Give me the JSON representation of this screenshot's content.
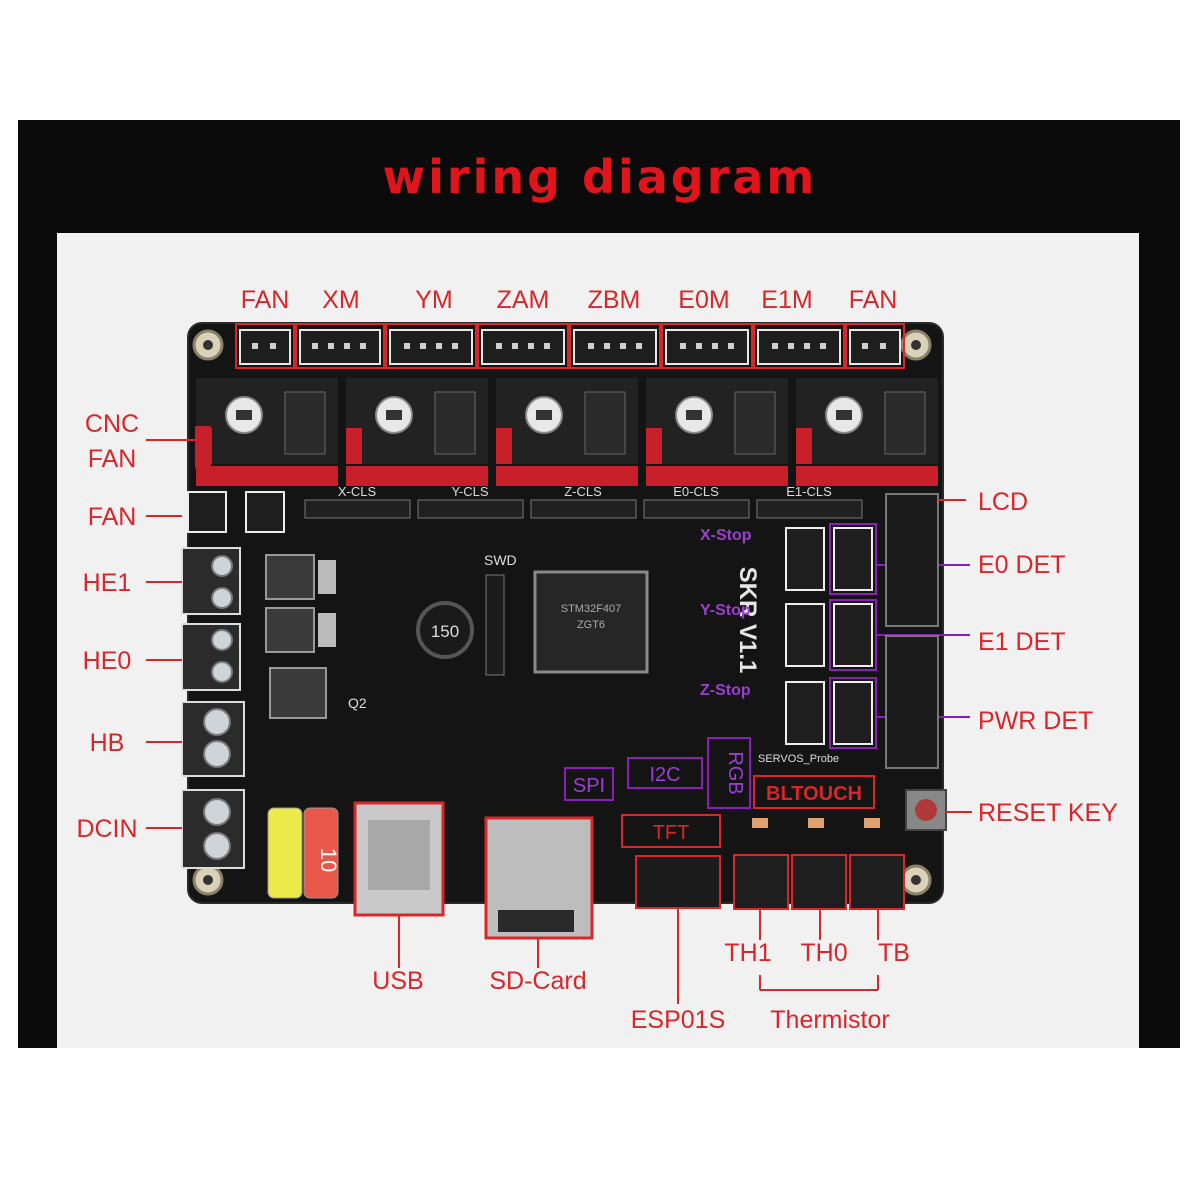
{
  "title": "wiring diagram",
  "labels": {
    "top": [
      "FAN",
      "XM",
      "YM",
      "ZAM",
      "ZBM",
      "E0M",
      "E1M",
      "FAN"
    ],
    "left": [
      "CNC",
      "FAN",
      "FAN",
      "HE1",
      "HE0",
      "HB",
      "DCIN"
    ],
    "right": [
      "LCD",
      "E0 DET",
      "E1 DET",
      "PWR DET",
      "RESET KEY"
    ],
    "bottom": [
      "USB",
      "SD-Card",
      "ESP01S",
      "TH1",
      "TH0",
      "TB",
      "Thermistor"
    ]
  },
  "board": {
    "endstops": [
      "X-CLS",
      "Y-CLS",
      "Z-CLS",
      "E0-CLS",
      "E1-CLS"
    ],
    "chip_text": [
      "STM32F407",
      "ZGT6"
    ],
    "inductor": "150",
    "swd": "SWD",
    "inner_tags": [
      "SPI",
      "I2C",
      "RGB",
      "BLTOUCH",
      "TFT"
    ],
    "silk": [
      "Q2",
      "SPI",
      "TFT",
      "SERVOS_Probe"
    ],
    "fuse": "10",
    "side_text": [
      "SKR V1.1"
    ],
    "det_text": [
      "X-Stop",
      "Y-Stop",
      "Z-Stop"
    ],
    "colors": {
      "accent_red": "#e0151b",
      "pcb": "#141414",
      "socket_red": "#c8202a",
      "highlight_purple": "#8a1fb5"
    }
  }
}
